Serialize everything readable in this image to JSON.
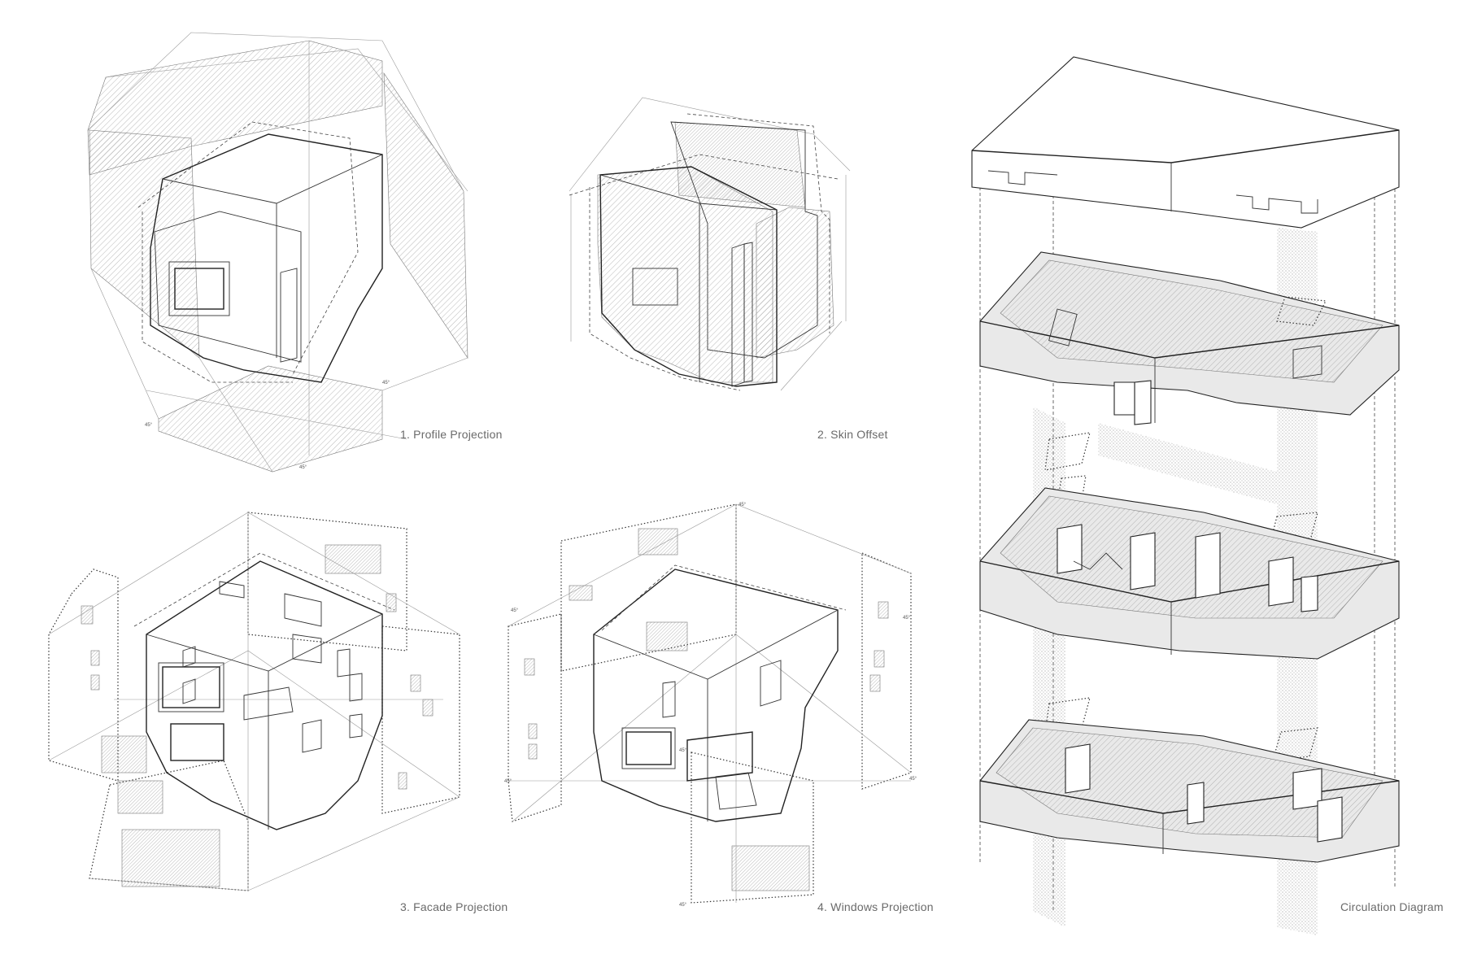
{
  "diagrams": [
    {
      "id": "profile-projection",
      "caption": "1. Profile Projection"
    },
    {
      "id": "skin-offset",
      "caption": "2. Skin Offset"
    },
    {
      "id": "facade-projection",
      "caption": "3. Facade Projection"
    },
    {
      "id": "windows-projection",
      "caption": "4. Windows Projection"
    },
    {
      "id": "circulation-diagram",
      "caption": "Circulation Diagram"
    }
  ],
  "angle_label": "45°"
}
